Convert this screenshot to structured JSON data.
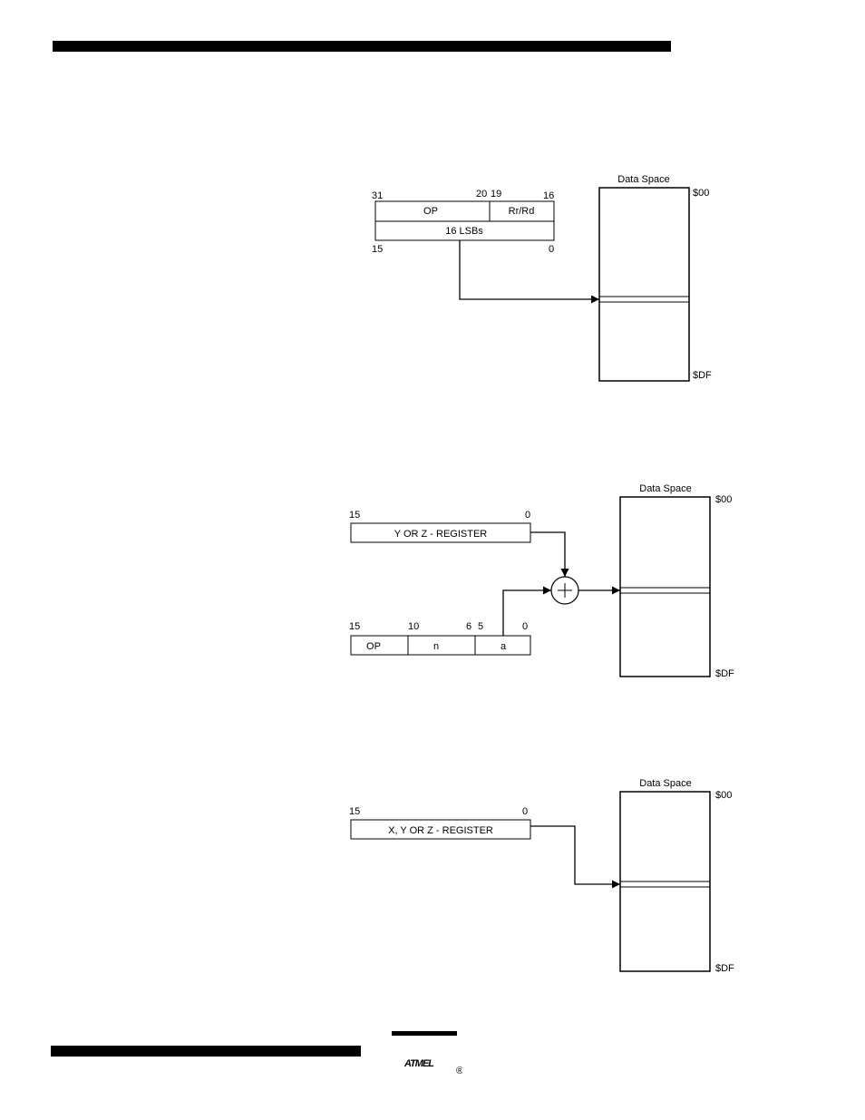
{
  "figure1": {
    "bits_top": [
      "31",
      "20",
      "19",
      "16"
    ],
    "op_label": "OP",
    "rrd_label": "Rr/Rd",
    "lsb_label": "16 LSBs",
    "bits_bottom": [
      "15",
      "0"
    ],
    "data_space_title": "Data Space",
    "addr_start": "$00",
    "addr_end": "$DF"
  },
  "figure2": {
    "reg_bits": [
      "15",
      "0"
    ],
    "reg_label": "Y OR Z - REGISTER",
    "instr_bits": [
      "15",
      "10",
      "6",
      "5",
      "0"
    ],
    "field_op": "OP",
    "field_n": "n",
    "field_a": "a",
    "data_space_title": "Data Space",
    "addr_start": "$00",
    "addr_end": "$DF"
  },
  "figure3": {
    "reg_bits": [
      "15",
      "0"
    ],
    "reg_label": "X, Y OR Z - REGISTER",
    "data_space_title": "Data Space",
    "addr_start": "$00",
    "addr_end": "$DF"
  },
  "footer": {
    "logo_text": "ATMEL",
    "registered_mark": "®"
  }
}
